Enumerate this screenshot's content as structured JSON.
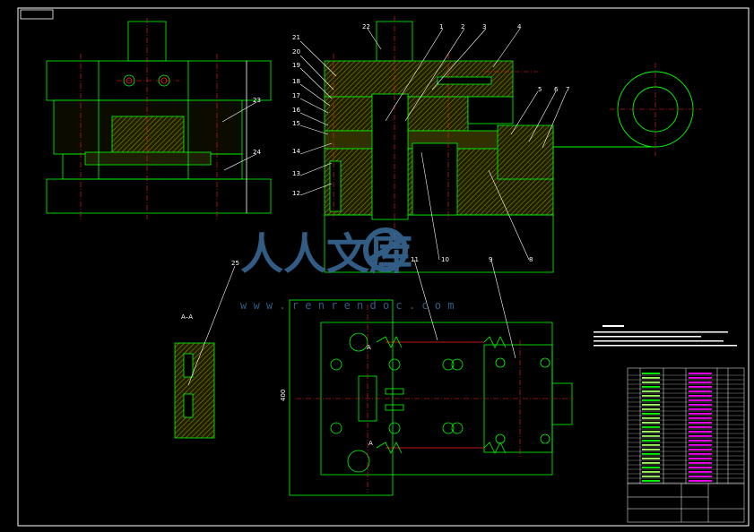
{
  "colors": {
    "background": "#000000",
    "frame": "#ffffff",
    "outline": "#00ff00",
    "centerline": "#ff2020",
    "leader": "#ffffff",
    "hatch": "#8a8a00",
    "fill_dark": "#303000",
    "magenta": "#ff00ff",
    "watermark": "#3a6e9c"
  },
  "part_labels": {
    "n1": "1",
    "n2": "2",
    "n3": "3",
    "n4": "4",
    "n5": "5",
    "n6": "6",
    "n7": "7",
    "n8": "8",
    "n9": "9",
    "n10": "10",
    "n11": "11",
    "n12": "12",
    "n13": "13",
    "n14": "14",
    "n15": "15",
    "n16": "16",
    "n17": "17",
    "n18": "18",
    "n19": "19",
    "n20": "20",
    "n21": "21",
    "n22": "22",
    "n23": "23",
    "n24": "24",
    "n25": "25"
  },
  "section_label": "A–A",
  "section_marks": {
    "a_top": "A",
    "a_bottom": "A"
  },
  "dimension_text": "400",
  "watermark": {
    "chinese": "人人文库",
    "url": "w w w . r e n r e n d o c . c o m"
  },
  "icons": {
    "logo": "renren-logo-icon"
  }
}
